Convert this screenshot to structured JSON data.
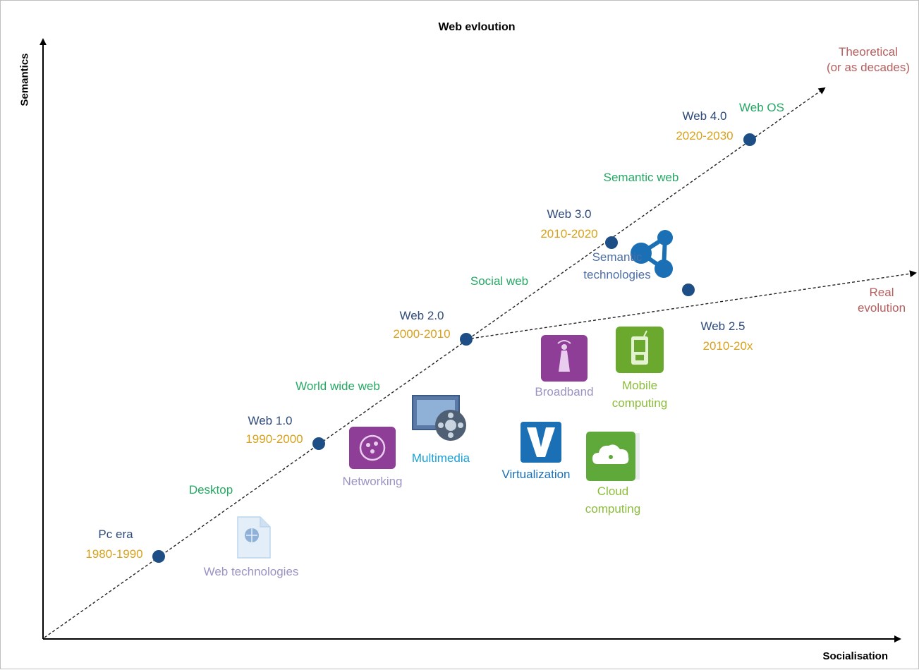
{
  "title": "Web evloution",
  "axes": {
    "y_label": "Semantics",
    "x_label": "Socialisation"
  },
  "stages": [
    {
      "name": "Pc era",
      "years": "1980-1990"
    },
    {
      "name": "Web 1.0",
      "years": "1990-2000"
    },
    {
      "name": "Web 2.0",
      "years": "2000-2010"
    },
    {
      "name": "Web 3.0",
      "years": "2010-2020"
    },
    {
      "name": "Web 4.0",
      "years": "2020-2030"
    },
    {
      "name": "Web 2.5",
      "years": "2010-20x"
    }
  ],
  "eras": [
    "Desktop",
    "World wide web",
    "Social web",
    "Semantic web",
    "Web OS"
  ],
  "outcomes": {
    "theoretical": [
      "Theoretical",
      "(or as decades)"
    ],
    "real": [
      "Real",
      "evolution"
    ]
  },
  "technologies": [
    {
      "label": [
        "Web technologies"
      ],
      "icon": "web-technologies-icon",
      "color": "#9a94c4",
      "icon_color": "#bcd6ee"
    },
    {
      "label": [
        "Networking"
      ],
      "icon": "networking-icon",
      "color": "#9a94c4",
      "icon_color": "#8e3e97"
    },
    {
      "label": [
        "Multimedia"
      ],
      "icon": "multimedia-icon",
      "color": "#1aa0d8",
      "icon_color": "#6a8fbf"
    },
    {
      "label": [
        "Virtualization"
      ],
      "icon": "virtualization-icon",
      "color": "#1b6fb4",
      "icon_color": "#1b6fb4"
    },
    {
      "label": [
        "Broadband"
      ],
      "icon": "broadband-icon",
      "color": "#9a94c4",
      "icon_color": "#8e3e97"
    },
    {
      "label": [
        "Mobile",
        "computing"
      ],
      "icon": "mobile-computing-icon",
      "color": "#8bbd3b",
      "icon_color": "#6aa82e"
    },
    {
      "label": [
        "Cloud",
        "computing"
      ],
      "icon": "cloud-computing-icon",
      "color": "#8bbd3b",
      "icon_color": "#5fa83a"
    },
    {
      "label": [
        "Semantic",
        "technologies"
      ],
      "icon": "semantic-technologies-icon",
      "color": "#4d6fa6",
      "icon_color": "#1b6fb4"
    }
  ],
  "colors": {
    "axis": "#000000",
    "stage_node": "#1d4f86",
    "stage_name": "#2e4a7a",
    "years": "#d9a21b",
    "era": "#25a864",
    "outcome": "#b45f5f"
  }
}
